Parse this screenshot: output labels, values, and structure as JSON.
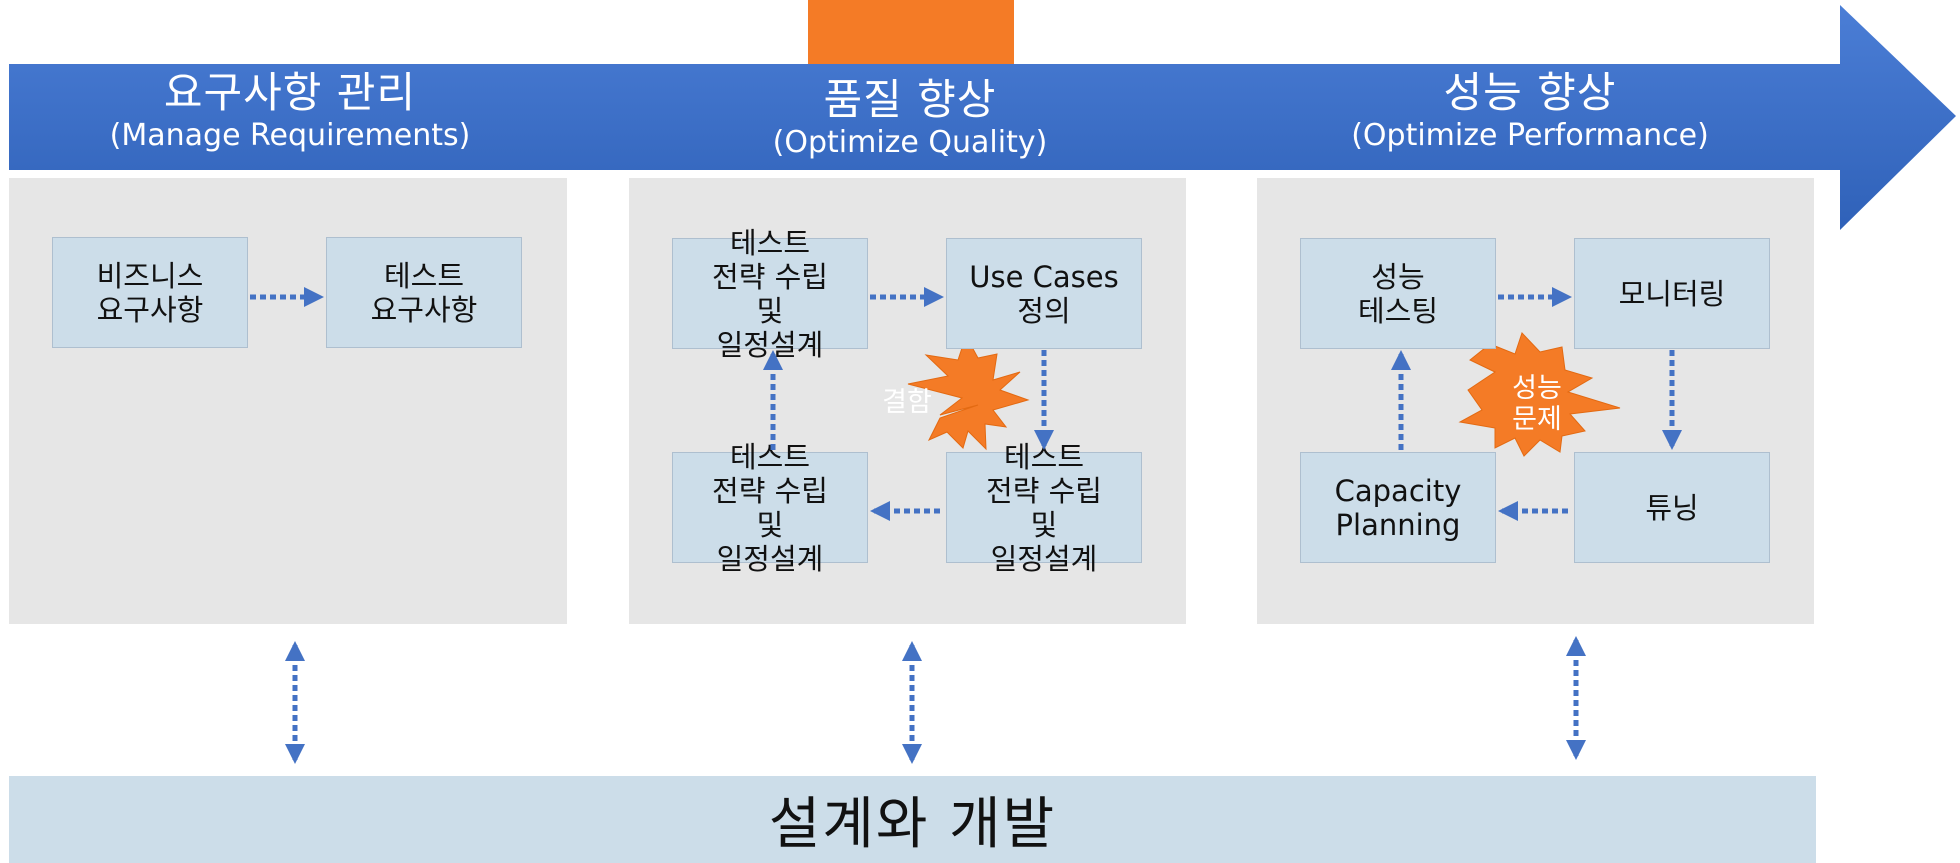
{
  "stages": [
    {
      "title": "요구사항 관리",
      "subtitle": "(Manage Requirements)",
      "boxes": [
        "비즈니스\n요구사항",
        "테스트\n요구사항"
      ]
    },
    {
      "title": "품질 향상",
      "subtitle": "(Optimize Quality)",
      "boxes": [
        "테스트\n전략 수립\n및\n일정설계",
        "Use Cases\n정의",
        "테스트\n전략 수립\n및\n일정설계",
        "테스트\n전략 수립\n및\n일정설계"
      ],
      "burst": "결함"
    },
    {
      "title": "성능 향상",
      "subtitle": "(Optimize Performance)",
      "boxes": [
        "성능\n테스팅",
        "모니터링",
        "Capacity\nPlanning",
        "튜닝"
      ],
      "burst": "성능\n문제"
    }
  ],
  "bottom": {
    "label": "설계와 개발"
  },
  "colors": {
    "banner": "#3d6fc6",
    "tab": "#f47b26",
    "panel": "#e6e6e6",
    "box": "#ccdde9",
    "connector": "#4472c4",
    "burst": "#f47b26"
  }
}
